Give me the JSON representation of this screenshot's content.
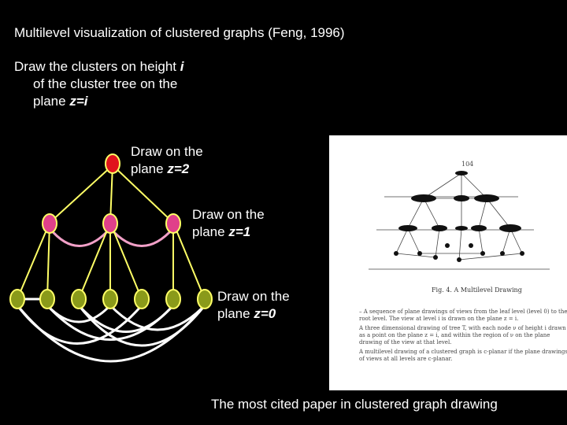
{
  "slide": {
    "title": "Multilevel visualization of clustered graphs (Feng, 1996)",
    "bullet": {
      "line1_text": "Draw the clusters on height ",
      "line1_var": "i",
      "line2": "of the cluster tree on the",
      "line3_text": "plane ",
      "line3_var": "z=i"
    }
  },
  "annotations": [
    {
      "line1": "Draw on the",
      "prefix": "plane ",
      "var": "z=2"
    },
    {
      "line1": "Draw on the",
      "prefix": "plane ",
      "var": "z=1"
    },
    {
      "line1": "Draw on the",
      "prefix": "plane ",
      "var": "z=0"
    }
  ],
  "colors": {
    "root_node": "#e0141c",
    "mid_node": "#e0408a",
    "leaf_node": "#8a9a1a",
    "tree_edge": "#ffff66",
    "mid_arc": "#f2a0c8",
    "leaf_arc": "#ffffff",
    "background": "#000000"
  },
  "paper": {
    "page_number": "104",
    "figure_caption": "Fig. 4. A Multilevel Drawing",
    "paragraphs": [
      "– A sequence of plane drawings of views from the leaf level (level 0) to the root level. The view at level i is drawn on the plane z = i.",
      "A three dimensional drawing of tree T, with each node ν of height i drawn as a point on the plane z = i, and within the region of ν on the plane drawing of the view at that level.",
      "A multilevel drawing of a clustered graph is c-planar if the plane drawings of views at all levels are c-planar."
    ],
    "caption": "The most cited paper in clustered graph drawing"
  }
}
